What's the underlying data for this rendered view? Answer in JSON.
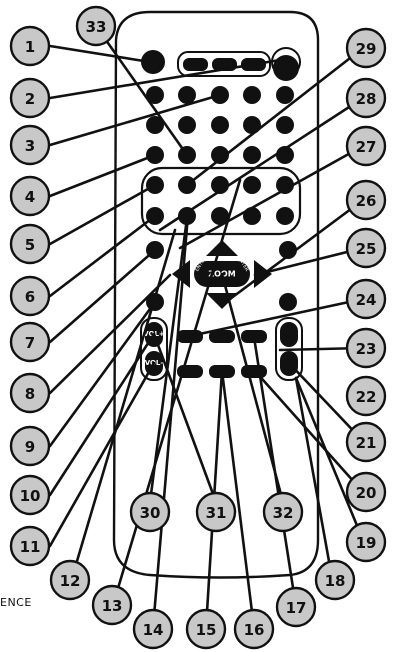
{
  "remote": {
    "zoom_label": "ZOOM",
    "vol_plus_label": "VOL+",
    "vol_minus_label": "VOL-",
    "left_rot_label": "ENTER",
    "right_rot_label": "ENTER"
  },
  "callouts": [
    {
      "id": "1",
      "label": "1"
    },
    {
      "id": "2",
      "label": "2"
    },
    {
      "id": "3",
      "label": "3"
    },
    {
      "id": "4",
      "label": "4"
    },
    {
      "id": "5",
      "label": "5"
    },
    {
      "id": "6",
      "label": "6"
    },
    {
      "id": "7",
      "label": "7"
    },
    {
      "id": "8",
      "label": "8"
    },
    {
      "id": "9",
      "label": "9"
    },
    {
      "id": "10",
      "label": "10"
    },
    {
      "id": "11",
      "label": "11"
    },
    {
      "id": "12",
      "label": "12"
    },
    {
      "id": "13",
      "label": "13"
    },
    {
      "id": "14",
      "label": "14"
    },
    {
      "id": "15",
      "label": "15"
    },
    {
      "id": "16",
      "label": "16"
    },
    {
      "id": "17",
      "label": "17"
    },
    {
      "id": "18",
      "label": "18"
    },
    {
      "id": "19",
      "label": "19"
    },
    {
      "id": "20",
      "label": "20"
    },
    {
      "id": "21",
      "label": "21"
    },
    {
      "id": "22",
      "label": "22"
    },
    {
      "id": "23",
      "label": "23"
    },
    {
      "id": "24",
      "label": "24"
    },
    {
      "id": "25",
      "label": "25"
    },
    {
      "id": "26",
      "label": "26"
    },
    {
      "id": "27",
      "label": "27"
    },
    {
      "id": "28",
      "label": "28"
    },
    {
      "id": "29",
      "label": "29"
    },
    {
      "id": "30",
      "label": "30"
    },
    {
      "id": "31",
      "label": "31"
    },
    {
      "id": "32",
      "label": "32"
    },
    {
      "id": "33",
      "label": "33"
    }
  ],
  "fragment_text": "ENCE"
}
